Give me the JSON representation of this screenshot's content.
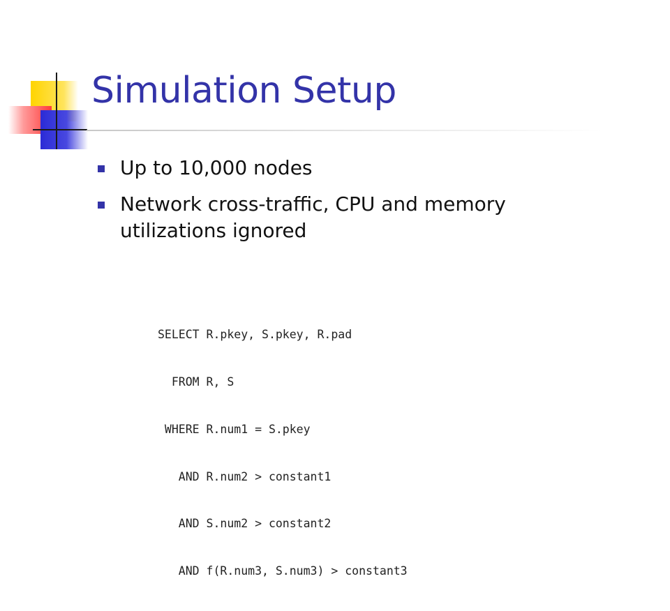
{
  "slide": {
    "title": "Simulation Setup",
    "bullets": [
      "Up to 10,000 nodes",
      "Network cross-traffic, CPU and memory utilizations ignored"
    ],
    "code_lines": [
      "SELECT R.pkey, S.pkey, R.pad",
      "  FROM R, S",
      " WHERE R.num1 = S.pkey",
      "   AND R.num2 > constant1",
      "   AND S.num2 > constant2",
      "   AND f(R.num3, S.num3) > constant3"
    ]
  },
  "colors": {
    "title": "#3333a8",
    "bullet_marker": "#3333a8",
    "logo_yellow": "#ffd400",
    "logo_red": "#ff3b3b",
    "logo_blue": "#2b2bd6"
  }
}
